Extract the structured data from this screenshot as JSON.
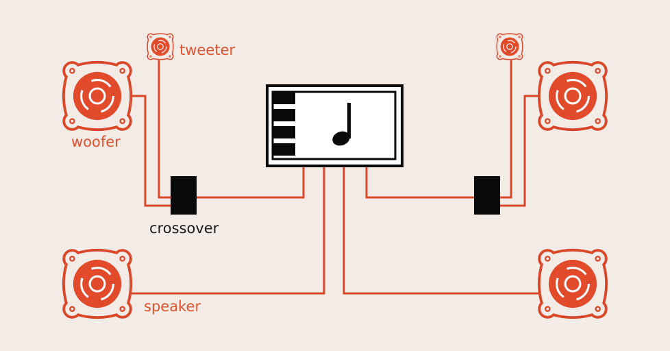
{
  "colors": {
    "background": "#f3ece6",
    "wire": "#d9482b",
    "speaker_ring": "#d9482b",
    "speaker_face": "#e24a2c",
    "speaker_face_dark": "#c23a26",
    "crossover": "#0a0a0a",
    "head_unit": "#0a0a0a",
    "label_orange": "#e0522f",
    "label_black": "#1a1a1a"
  },
  "labels": {
    "tweeter": "tweeter",
    "woofer": "woofer",
    "crossover": "crossover",
    "speaker": "speaker"
  },
  "icons": {
    "head_unit": "music-note-icon",
    "speaker": "speaker-icon"
  }
}
